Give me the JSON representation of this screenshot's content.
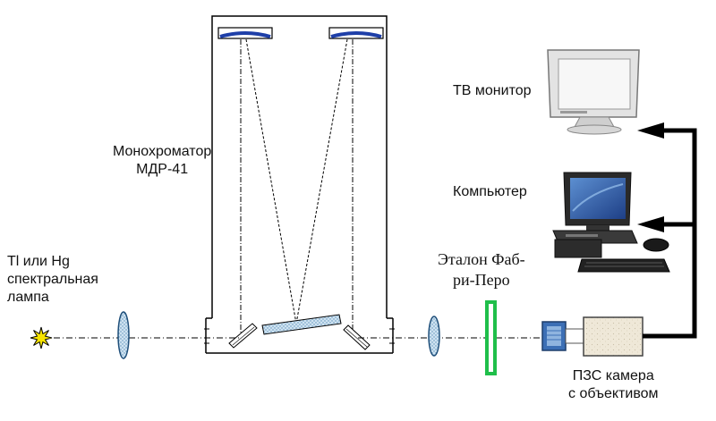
{
  "labels": {
    "lamp": [
      "Tl или Hg",
      "спектральная",
      "лампа"
    ],
    "monochromator": [
      "Монохроматор",
      "МДР-41"
    ],
    "etalon": [
      "Эталон Фаб-",
      "ри-Перо"
    ],
    "tv_monitor": "ТВ монитор",
    "computer": "Компьютер",
    "camera": [
      "ПЗС камера",
      "с объективом"
    ]
  },
  "colors": {
    "mirror": "#1e3fa8",
    "lens_fill": "#bcd3e8",
    "lens_stroke": "#1f4f7a",
    "etalon": "#1fbf4a",
    "lamp_star": "#f7e400",
    "camera_body": "#ede6d6",
    "camera_lens": "#3c6fb5",
    "cable": "#000000",
    "screen": "#2f5fa8"
  },
  "icons": {
    "lamp": "star-burst-icon",
    "monitor": "crt-monitor-icon",
    "computer": "desktop-computer-icon",
    "camera": "ccd-camera-icon"
  }
}
